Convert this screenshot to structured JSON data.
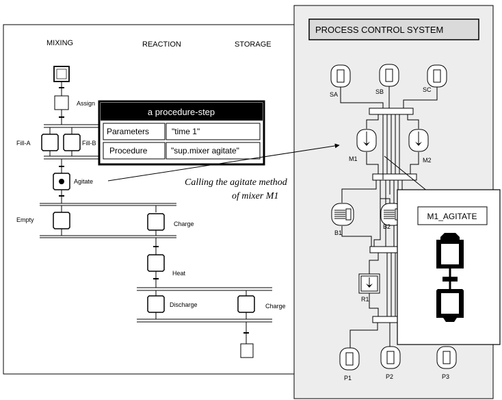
{
  "sfc": {
    "columns": [
      "MIXING",
      "REACTION",
      "STORAGE"
    ],
    "steps": {
      "assign": "Assign",
      "fill_a": "Fill-A",
      "fill_b": "Fill-B",
      "agitate": "Agitate",
      "empty": "Empty",
      "charge_reaction": "Charge",
      "heat": "Heat",
      "discharge": "Discharge",
      "charge_storage": "Charge"
    }
  },
  "procedure_step": {
    "title": "a procedure-step",
    "rows": [
      {
        "key": "Parameters",
        "value": "\"time 1\""
      },
      {
        "key": "Procedure",
        "value": "\"sup.mixer agitate\""
      }
    ]
  },
  "annotation": {
    "line1": "Calling the agitate method",
    "line2": "of mixer M1"
  },
  "pcs": {
    "title": "PROCESS CONTROL SYSTEM",
    "units": {
      "sa": "SA",
      "sb": "SB",
      "sc": "SC",
      "m1": "M1",
      "m2": "M2",
      "b1": "B1",
      "b2": "B2",
      "r1": "R1",
      "p1": "P1",
      "p2": "P2",
      "p3": "P3"
    }
  },
  "m1_agitate": {
    "title": "M1_AGITATE"
  }
}
